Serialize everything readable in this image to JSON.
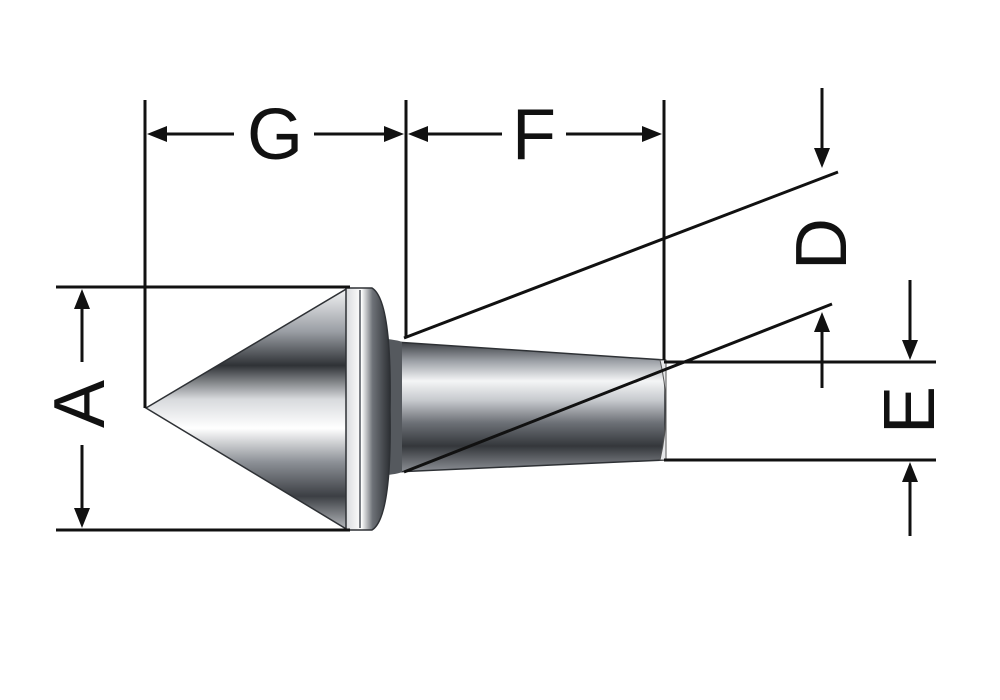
{
  "labels": {
    "A": "A",
    "G": "G",
    "F": "F",
    "D": "D",
    "E": "E"
  },
  "colors": {
    "line": "#111111",
    "steel_dark": "#3a3d42",
    "steel_mid": "#8a8e94",
    "steel_light": "#eef0f2",
    "background": "#ffffff"
  }
}
